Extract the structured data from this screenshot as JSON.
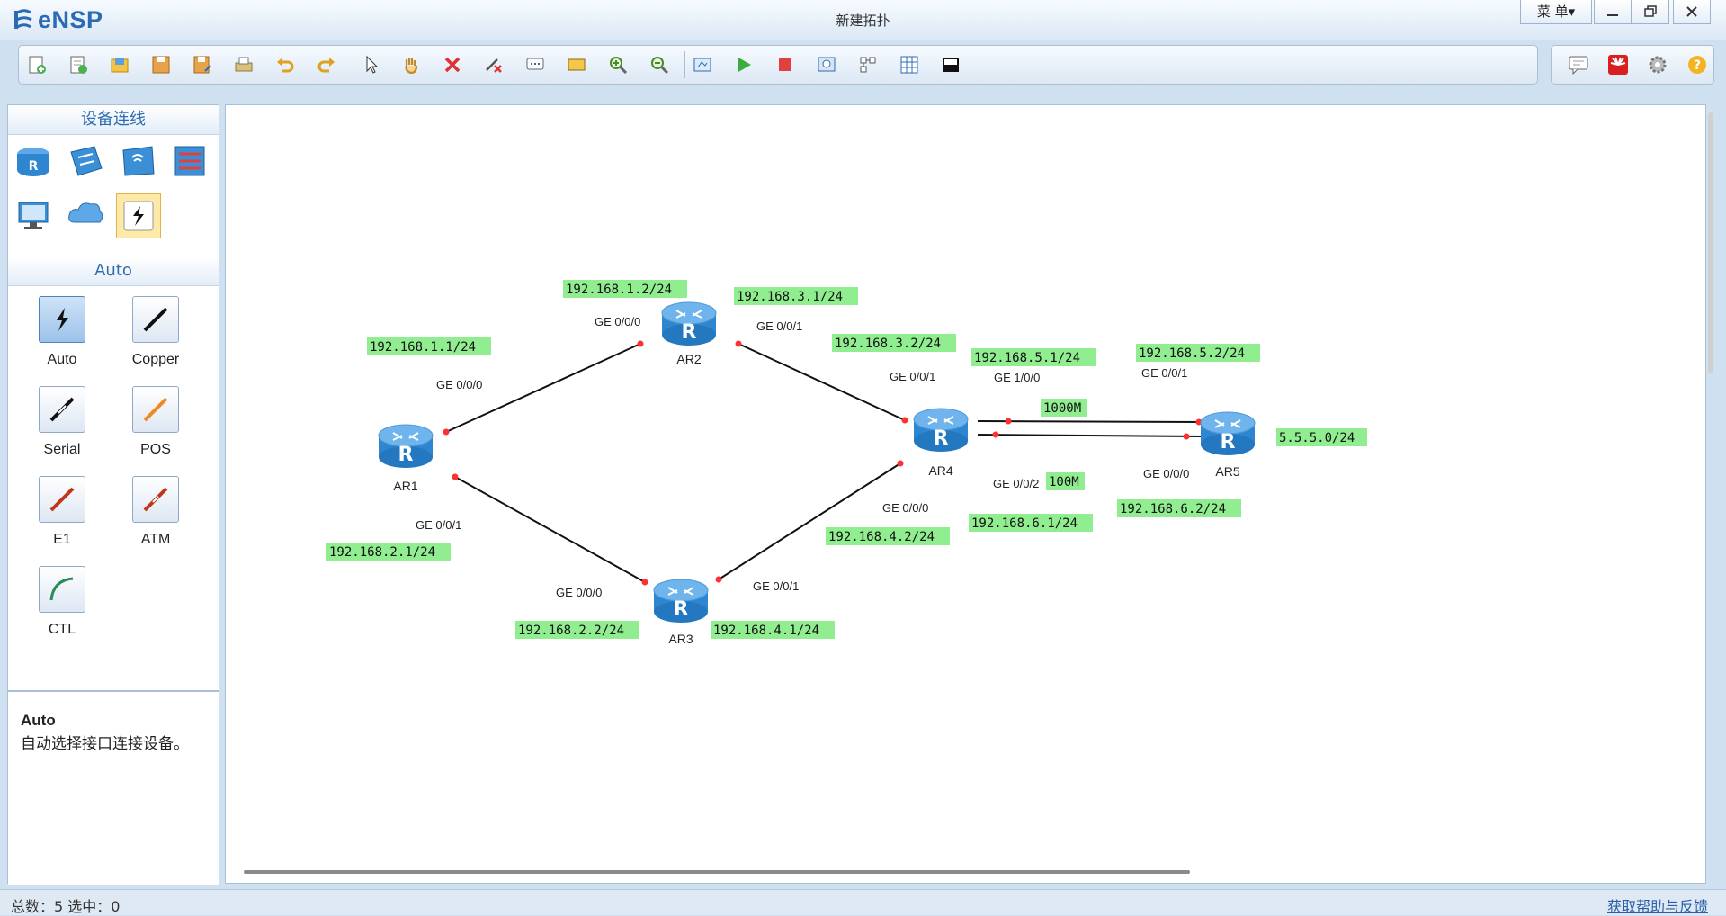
{
  "app": {
    "name": "eNSP",
    "window_title": "新建拓扑",
    "menu_label": "菜 单▾"
  },
  "toolbar": {
    "icons": [
      "new-topo-icon",
      "new-example-icon",
      "open-icon",
      "save-icon",
      "save-as-icon",
      "print-icon",
      "undo-icon",
      "redo-icon",
      "select-icon",
      "pan-icon",
      "delete-icon",
      "delete-links-icon",
      "text-annotation-icon",
      "palette-icon",
      "zoom-in-icon",
      "zoom-out-icon",
      "fit-icon",
      "start-device-icon",
      "stop-device-icon",
      "capture-icon",
      "show-interfaces-icon",
      "grid-icon",
      "topology-icon"
    ],
    "right_icons": [
      "chat-icon",
      "huawei-icon",
      "settings-icon",
      "help-icon"
    ]
  },
  "left_panel": {
    "device_header": "设备连线",
    "devices": [
      "router-icon",
      "switch-icon",
      "wlan-icon",
      "firewall-icon",
      "pc-icon",
      "cloud-icon",
      "connection-icon"
    ],
    "cable_header": "Auto",
    "cables": [
      {
        "label": "Auto",
        "icon": "auto-cable-icon"
      },
      {
        "label": "Copper",
        "icon": "copper-cable-icon"
      },
      {
        "label": "Serial",
        "icon": "serial-cable-icon"
      },
      {
        "label": "POS",
        "icon": "pos-cable-icon"
      },
      {
        "label": "E1",
        "icon": "e1-cable-icon"
      },
      {
        "label": "ATM",
        "icon": "atm-cable-icon"
      },
      {
        "label": "CTL",
        "icon": "ctl-cable-icon"
      }
    ],
    "desc_title": "Auto",
    "desc_text": "自动选择接口连接设备。"
  },
  "topology": {
    "routers": [
      {
        "id": "AR1",
        "label": "AR1"
      },
      {
        "id": "AR2",
        "label": "AR2"
      },
      {
        "id": "AR3",
        "label": "AR3"
      },
      {
        "id": "AR4",
        "label": "AR4"
      },
      {
        "id": "AR5",
        "label": "AR5"
      }
    ],
    "ip_labels": [
      "192.168.1.2/24",
      "192.168.3.1/24",
      "192.168.1.1/24",
      "192.168.3.2/24",
      "192.168.5.1/24",
      "192.168.5.2/24",
      "5.5.5.0/24",
      "1000M",
      "100M",
      "192.168.6.1/24",
      "192.168.6.2/24",
      "192.168.4.2/24",
      "192.168.2.1/24",
      "192.168.2.2/24",
      "192.168.4.1/24"
    ],
    "port_labels": [
      "GE 0/0/0",
      "GE 0/0/1",
      "GE 0/0/0",
      "GE 0/0/1",
      "GE 0/0/1",
      "GE 1/0/0",
      "GE 0/0/1",
      "GE 0/0/2",
      "GE 0/0/0",
      "GE 0/0/0",
      "GE 0/0/0",
      "GE 0/0/1"
    ]
  },
  "status": {
    "summary": "总数：5  选中：0",
    "help_link": "获取帮助与反馈"
  },
  "colors": {
    "ip_label_bg": "#90ee90",
    "link_dot": "#ff3030",
    "router_blue": "#2f86d0"
  }
}
